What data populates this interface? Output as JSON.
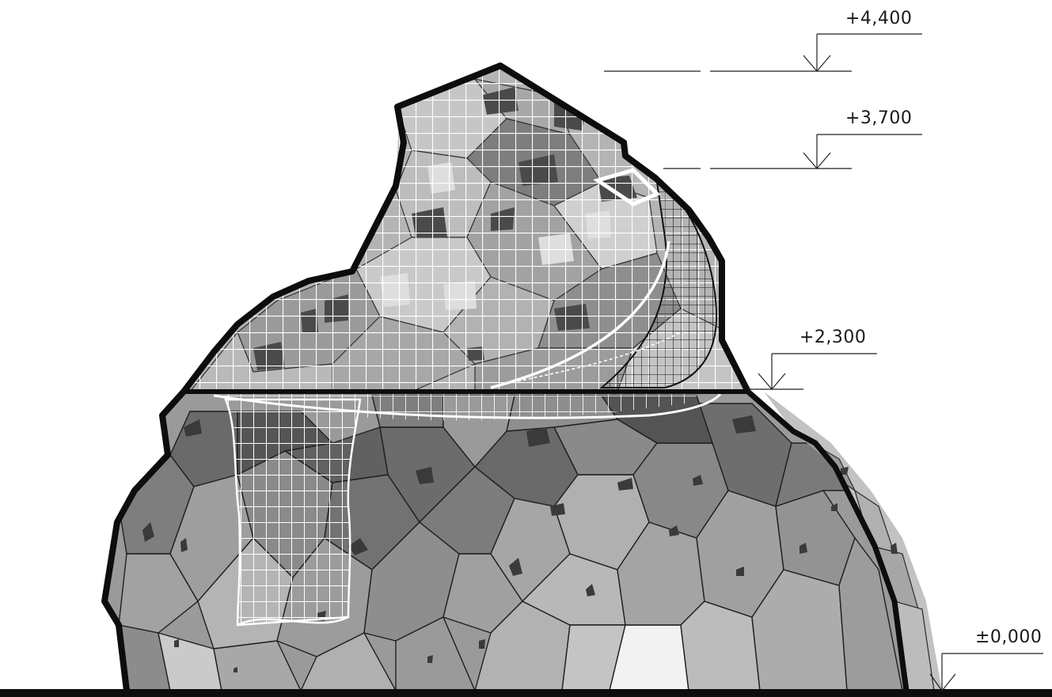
{
  "elevations": [
    {
      "id": "level-4400",
      "label": "+4,400"
    },
    {
      "id": "level-3700",
      "label": "+3,700"
    },
    {
      "id": "level-2300",
      "label": "+2,300"
    },
    {
      "id": "level-0000",
      "label": "±0,000"
    }
  ],
  "colors": {
    "outline": "#0d0d0d",
    "cell_light": "#b8b8b8",
    "cell_mid": "#8a8a8a",
    "cell_dark": "#5a5a5a",
    "opening": "#3a3a3a",
    "net": "#ffffff",
    "background": "#ffffff"
  }
}
